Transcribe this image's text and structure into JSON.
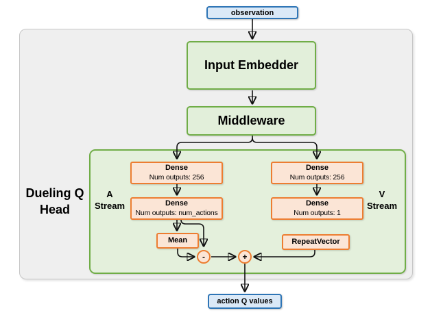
{
  "diagram": {
    "nodes": {
      "observation": {
        "label": "observation"
      },
      "input_embedder": {
        "label": "Input Embedder"
      },
      "middleware": {
        "label": "Middleware"
      },
      "dueling_head": {
        "line1": "Dueling Q",
        "line2": "Head"
      },
      "a_stream": {
        "line1": "A",
        "line2": "Stream"
      },
      "v_stream": {
        "line1": "V",
        "line2": "Stream"
      },
      "a_dense1": {
        "title": "Dense",
        "subtitle": "Num outputs: 256"
      },
      "a_dense2": {
        "title": "Dense",
        "subtitle": "Num outputs: num_actions"
      },
      "mean": {
        "label": "Mean"
      },
      "v_dense1": {
        "title": "Dense",
        "subtitle": "Num outputs: 256"
      },
      "v_dense2": {
        "title": "Dense",
        "subtitle": "Num outputs: 1"
      },
      "repeat_vector": {
        "label": "RepeatVector"
      },
      "minus_op": {
        "label": "-"
      },
      "plus_op": {
        "label": "+"
      },
      "action_q_values": {
        "label": "action Q values"
      }
    },
    "colors": {
      "blue_border": "#2e75b6",
      "blue_fill": "#dbe9f7",
      "green_border": "#70ad47",
      "green_fill": "#e2efda",
      "dueling_fill": "#e4f0dc",
      "orange_border": "#ed7d31",
      "orange_fill": "#fbe5d6",
      "container_fill": "#efefef",
      "container_border": "#c6c6c6",
      "arrow": "#111111"
    }
  }
}
